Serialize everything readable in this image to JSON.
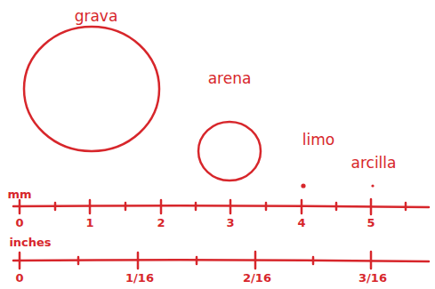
{
  "diagram": {
    "nodes": [
      {
        "text": [
          "grava"
        ]
      },
      {
        "text": [
          "arena"
        ]
      },
      {
        "text": [
          "limo"
        ]
      },
      {
        "text": [
          "arcilla"
        ]
      }
    ],
    "labels": [
      "mm",
      "0",
      "1",
      "2",
      "3",
      "4",
      "5",
      "inches",
      "0",
      "1/16",
      "2/16",
      "3/16"
    ]
  }
}
